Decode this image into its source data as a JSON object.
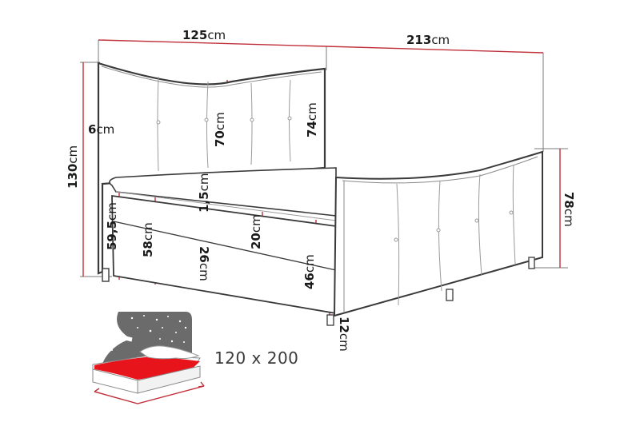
{
  "diagram": {
    "title": "Bed dimensions",
    "colors": {
      "outline": "#3a3a3a",
      "tufting": "#9a9a9a",
      "dimension_line": "#c0303a",
      "extension_line": "#6a6a6a",
      "mattress_icon_red": "#e8141c",
      "mattress_icon_gray": "#6b6b6b"
    },
    "dimensions": {
      "width": {
        "num": "125",
        "unit": "cm"
      },
      "length": {
        "num": "213",
        "unit": "cm"
      },
      "total_height": {
        "num": "130",
        "unit": "cm"
      },
      "headboard_edge": {
        "num": "6",
        "unit": "cm"
      },
      "headboard_center": {
        "num": "70",
        "unit": "cm"
      },
      "headboard_side": {
        "num": "74",
        "unit": "cm"
      },
      "topper": {
        "num": "1,5",
        "unit": "cm"
      },
      "side_height": {
        "num": "59,5",
        "unit": "cm"
      },
      "base_height": {
        "num": "58",
        "unit": "cm"
      },
      "box_lower": {
        "num": "26",
        "unit": "cm"
      },
      "mattress": {
        "num": "20",
        "unit": "cm"
      },
      "footboard_inner": {
        "num": "46",
        "unit": "cm"
      },
      "leg": {
        "num": "12",
        "unit": "cm"
      },
      "footboard_height": {
        "num": "78",
        "unit": "cm"
      }
    },
    "mattress_icon": {
      "icon": "mattress-size-icon",
      "size_label": "120 x 200"
    }
  }
}
